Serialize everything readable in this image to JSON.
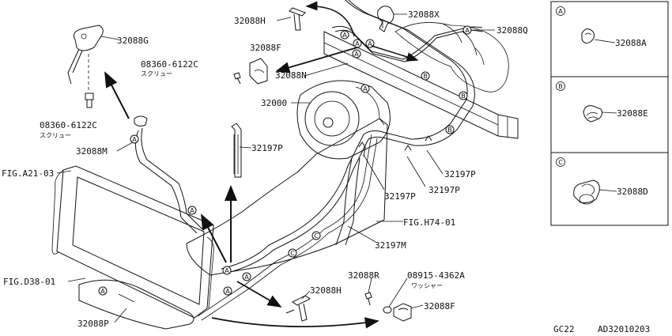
{
  "labels": {
    "p32088G": "32088G",
    "p32088H_top": "32088H",
    "p32088X": "32088X",
    "p32088Q": "32088Q",
    "p32088F_top": "32088F",
    "p08360_top": "08360-6122C",
    "sukuryu_top": "スクリュー",
    "p32088N": "32088N",
    "p32000": "32000",
    "p08360_left": "08360-6122C",
    "sukuryu_left": "スクリュー",
    "p32088M": "32088M",
    "p32197P_1": "32197P",
    "figA21": "FIG.A21-03",
    "p32197P_2": "32197P",
    "p32197P_3": "32197P",
    "p32197P_4": "32197P",
    "figH74": "FIG.H74-01",
    "p32197M": "32197M",
    "figD38": "FIG.D38-01",
    "p32088R": "32088R",
    "p08915": "08915-4362A",
    "washer": "ワッシャー",
    "p32088H_bot": "32088H",
    "p32088F_bot": "32088F",
    "p32088P": "32088P",
    "p32088A": "32088A",
    "p32088E": "32088E",
    "p32088D": "32088D",
    "code_left": "GC22",
    "code_right": "AD32010203"
  },
  "markers": {
    "a": "A",
    "b": "B",
    "c": "C"
  },
  "colors": {
    "line": "#111111",
    "background": "#ffffff",
    "shade": "#777777"
  }
}
